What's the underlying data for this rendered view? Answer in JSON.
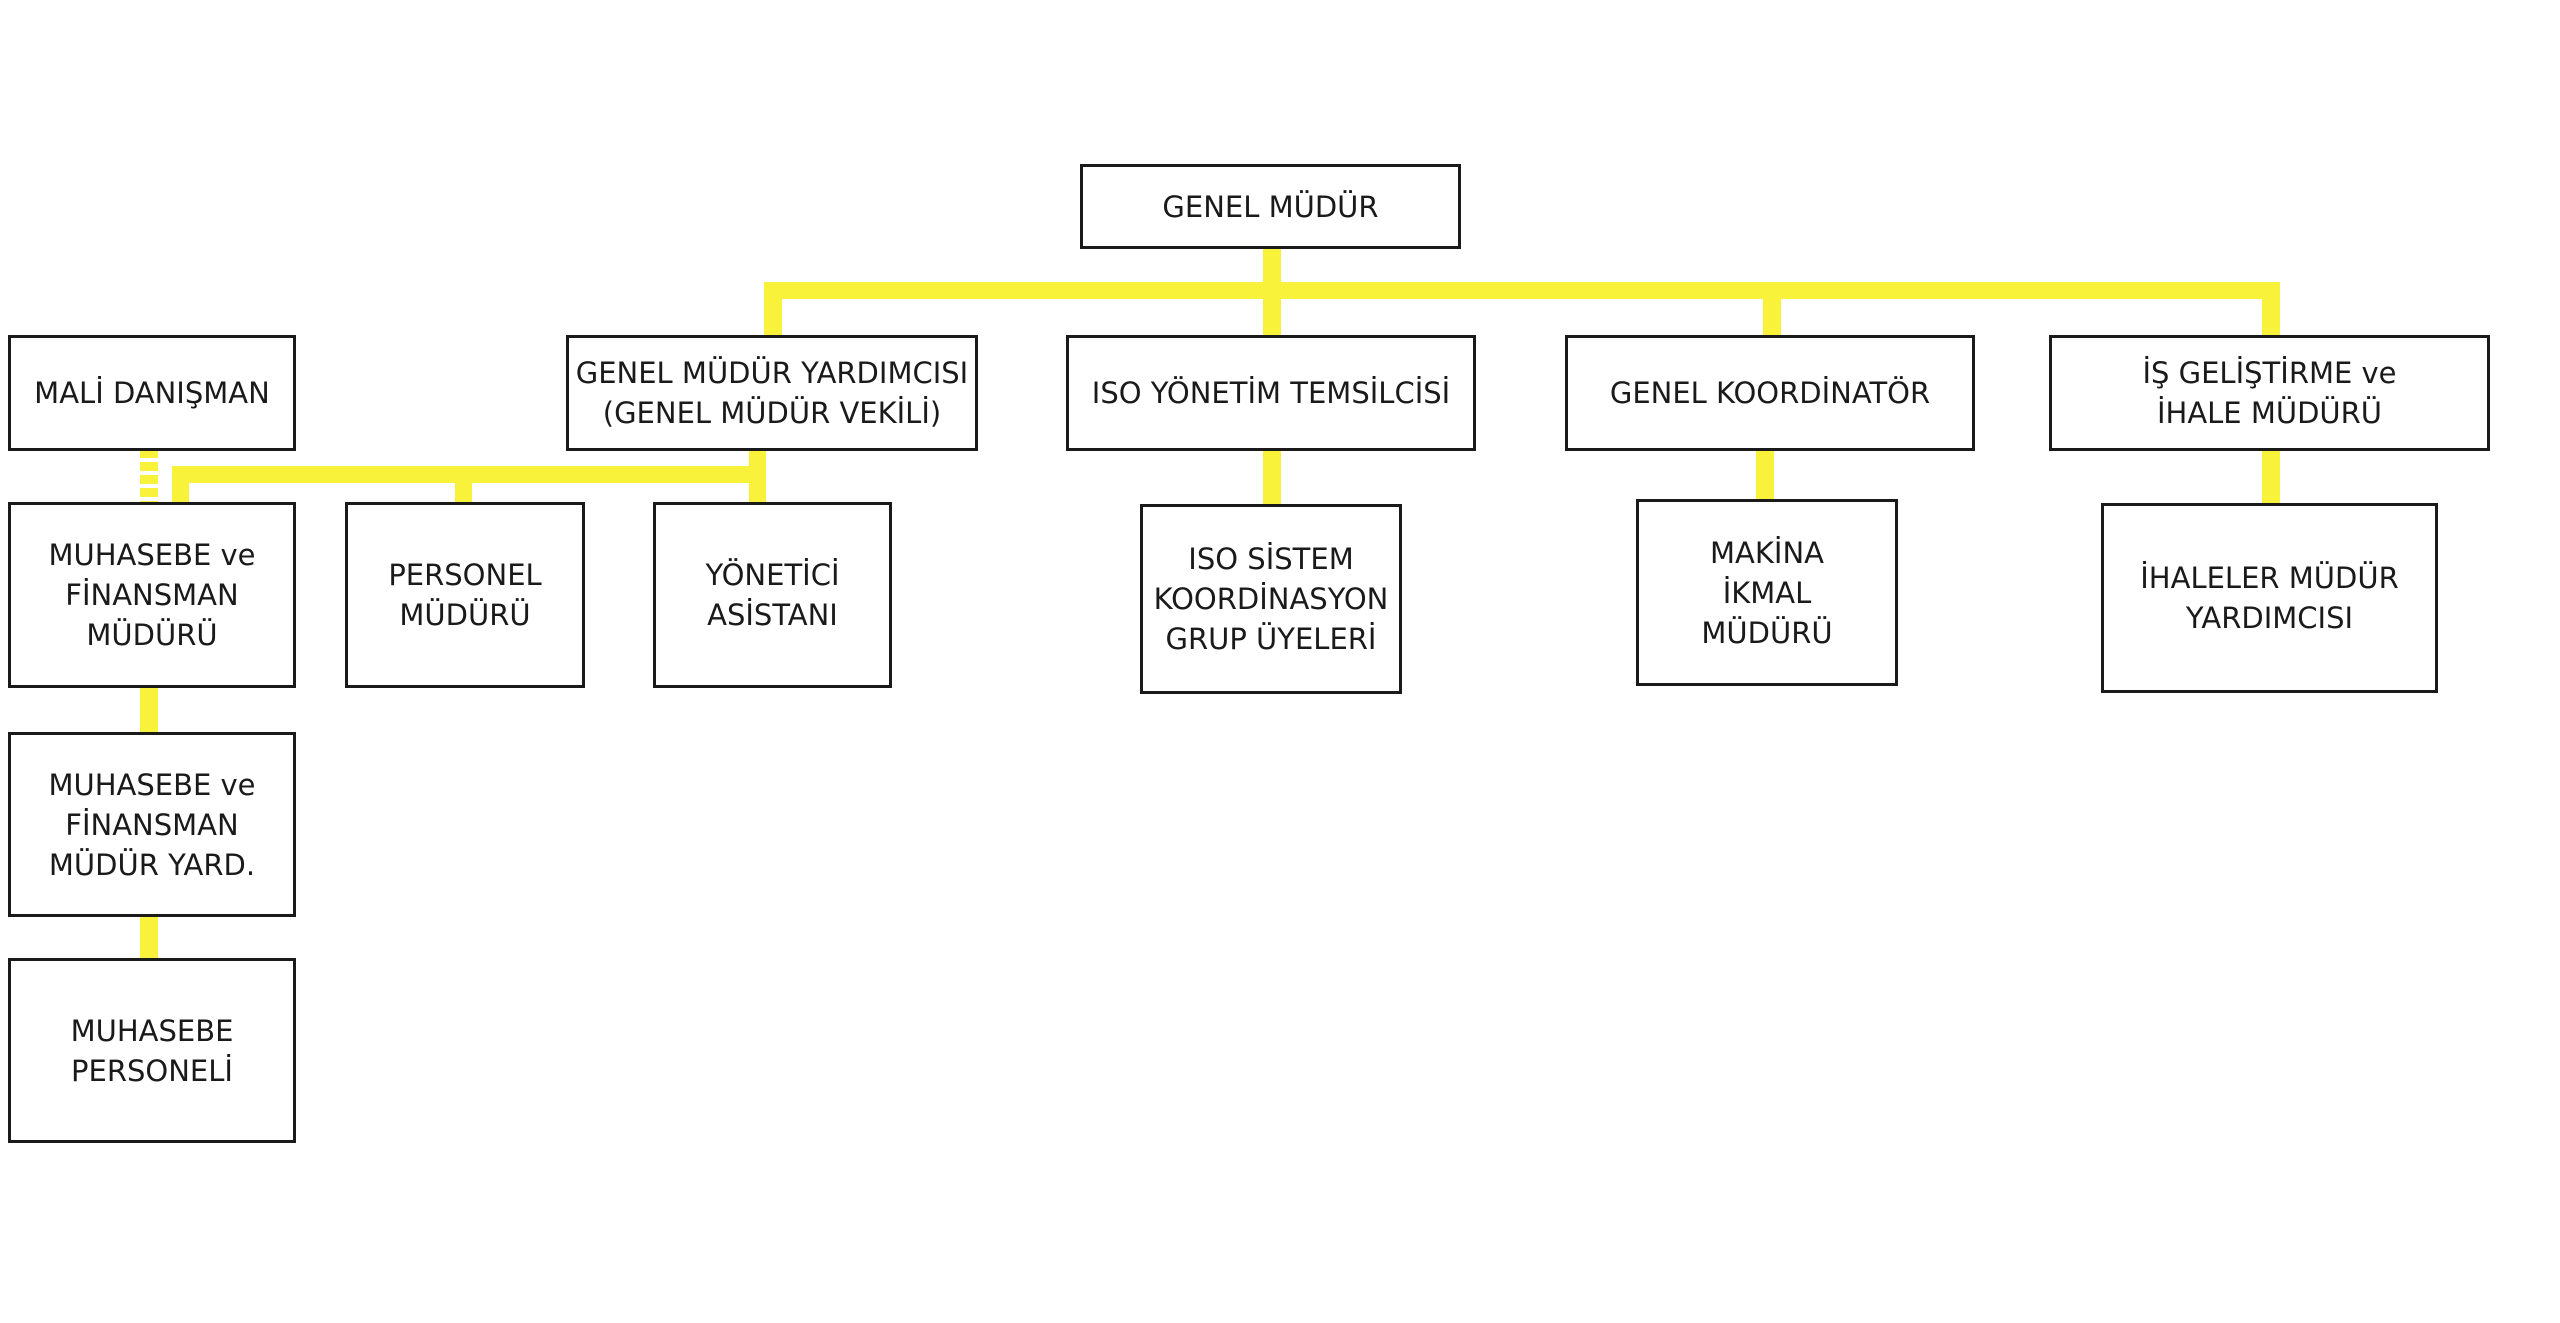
{
  "colors": {
    "connector": "#f8f23a",
    "border": "#1a1a1a",
    "background": "#ffffff"
  },
  "nodes": {
    "genel_mudur": "GENEL MÜDÜR",
    "mali_danisman": "MALİ DANIŞMAN",
    "gm_yardimcisi": "GENEL MÜDÜR YARDIMCISI\n(GENEL MÜDÜR VEKİLİ)",
    "iso_yonetim": "ISO YÖNETİM TEMSİLCİSİ",
    "genel_koordinator": "GENEL KOORDİNATÖR",
    "is_gelistirme": "İŞ GELİŞTİRME ve\nİHALE MÜDÜRÜ",
    "muhasebe_finansman_muduru": "MUHASEBE ve\nFİNANSMAN\nMÜDÜRÜ",
    "personel_muduru": "PERSONEL\nMÜDÜRÜ",
    "yonetici_asistani": "YÖNETİCİ\nASİSTANI",
    "iso_sistem": "ISO SİSTEM\nKOORDİNASYON\nGRUP ÜYELERİ",
    "makina_ikmal": "MAKİNA\nİKMAL\nMÜDÜRÜ",
    "ihaleler_mudur_yard": "İHALELER MÜDÜR\nYARDIMCISI",
    "muhasebe_finansman_yard": "MUHASEBE ve\nFİNANSMAN\nMÜDÜR YARD.",
    "muhasebe_personeli": "MUHASEBE\nPERSONELİ"
  }
}
